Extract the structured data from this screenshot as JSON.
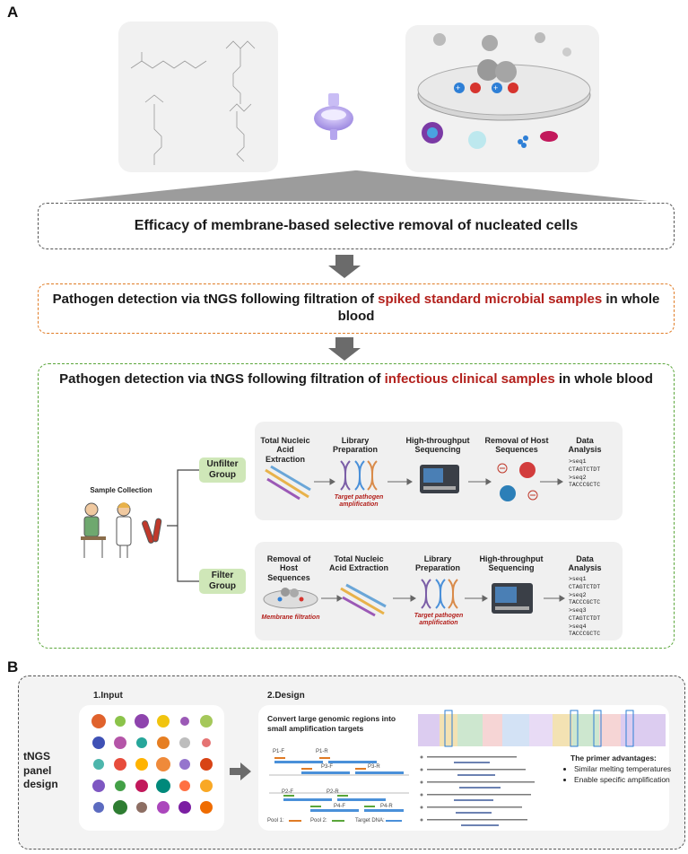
{
  "panelA": {
    "letter": "A",
    "box1_title": "Efficacy of membrane-based selective removal of nucleated cells",
    "box2_title_pre": "Pathogen detection via tNGS following filtration of ",
    "box2_title_red": "spiked standard microbial samples",
    "box2_title_post": " in whole blood",
    "box3_title_pre": "Pathogen detection via tNGS following filtration of ",
    "box3_title_red": "infectious clinical samples",
    "box3_title_post": " in whole blood",
    "sample_collection": "Sample Collection",
    "unfilter_group": "Unfilter Group",
    "filter_group": "Filter Group",
    "unfilter_steps": [
      {
        "title": "Total Nucleic Acid Extraction",
        "note": ""
      },
      {
        "title": "Library Preparation",
        "note": "Target pathogen amplification"
      },
      {
        "title": "High-throughput Sequencing",
        "note": ""
      },
      {
        "title": "Removal of Host Sequences",
        "note": ""
      },
      {
        "title": "Data Analysis",
        "note": ""
      }
    ],
    "filter_steps": [
      {
        "title": "Removal of Host Sequences",
        "note": "Membrane filtration"
      },
      {
        "title": "Total Nucleic Acid Extraction",
        "note": ""
      },
      {
        "title": "Library Preparation",
        "note": "Target pathogen amplification"
      },
      {
        "title": "High-throughput Sequencing",
        "note": ""
      },
      {
        "title": "Data Analysis",
        "note": ""
      }
    ],
    "unfilter_seqs": [
      ">seq1",
      "CTAGTCTDT",
      ">seq2",
      "TACCCGCTC"
    ],
    "filter_seqs": [
      ">seq1",
      "CTAGTCTDT",
      ">seq2",
      "TACCCGCTC",
      ">seq3",
      "CTAGTCTDT",
      ">seq4",
      "TACCCGCTC"
    ]
  },
  "panelB": {
    "letter": "B",
    "side_label": "tNGS panel design",
    "input_label": "1.Input",
    "design_label": "2.Design",
    "convert_title": "Convert large genomic regions into small amplification targets",
    "primers": [
      "P1-F",
      "P1-R",
      "P3-F",
      "P3-R",
      "P2-F",
      "P2-R",
      "P4-F",
      "P4-R"
    ],
    "legend": [
      "Pool 1:",
      "Pool 2:",
      "Target DNA:"
    ],
    "advantages_title": "The primer advantages:",
    "advantages": [
      "Similar melting temperatures",
      "Enable specific amplification"
    ]
  },
  "colors": {
    "red_text": "#b3201c",
    "orange_dash": "#e07b25",
    "green_dash": "#5aa63a",
    "group_green": "#cfe7b8",
    "arrow_gray": "#6b6b6b"
  }
}
